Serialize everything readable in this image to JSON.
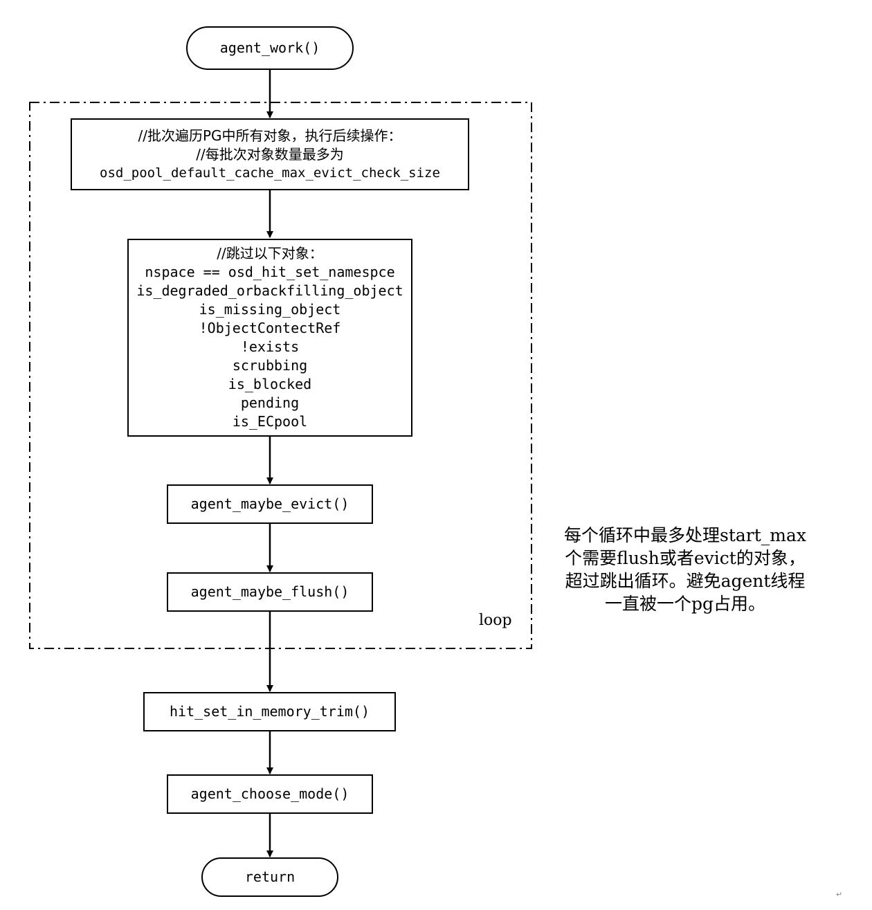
{
  "start": "agent_work()",
  "batch_box": {
    "lines": [
      "//批次遍历PG中所有对象，执行后续操作：",
      "//每批次对象数量最多为",
      "osd_pool_default_cache_max_evict_check_size"
    ]
  },
  "skip_box": {
    "lines": [
      "//跳过以下对象：",
      "nspace == osd_hit_set_namespce",
      "is_degraded_orbackfilling_object",
      "is_missing_object",
      "!ObjectContectRef",
      "!exists",
      "scrubbing",
      "is_blocked",
      "pending",
      "is_ECpool"
    ]
  },
  "evict": "agent_maybe_evict()",
  "flush": "agent_maybe_flush()",
  "loop_label": "loop",
  "trim": "hit_set_in_memory_trim()",
  "choose_mode": "agent_choose_mode()",
  "end": "return",
  "note": {
    "lines": [
      "每个循环中最多处理start_max",
      "个需要flush或者evict的对象，",
      "超过跳出循环。避免agent线程",
      "一直被一个pg占用。"
    ]
  },
  "corner_mark": "↵"
}
